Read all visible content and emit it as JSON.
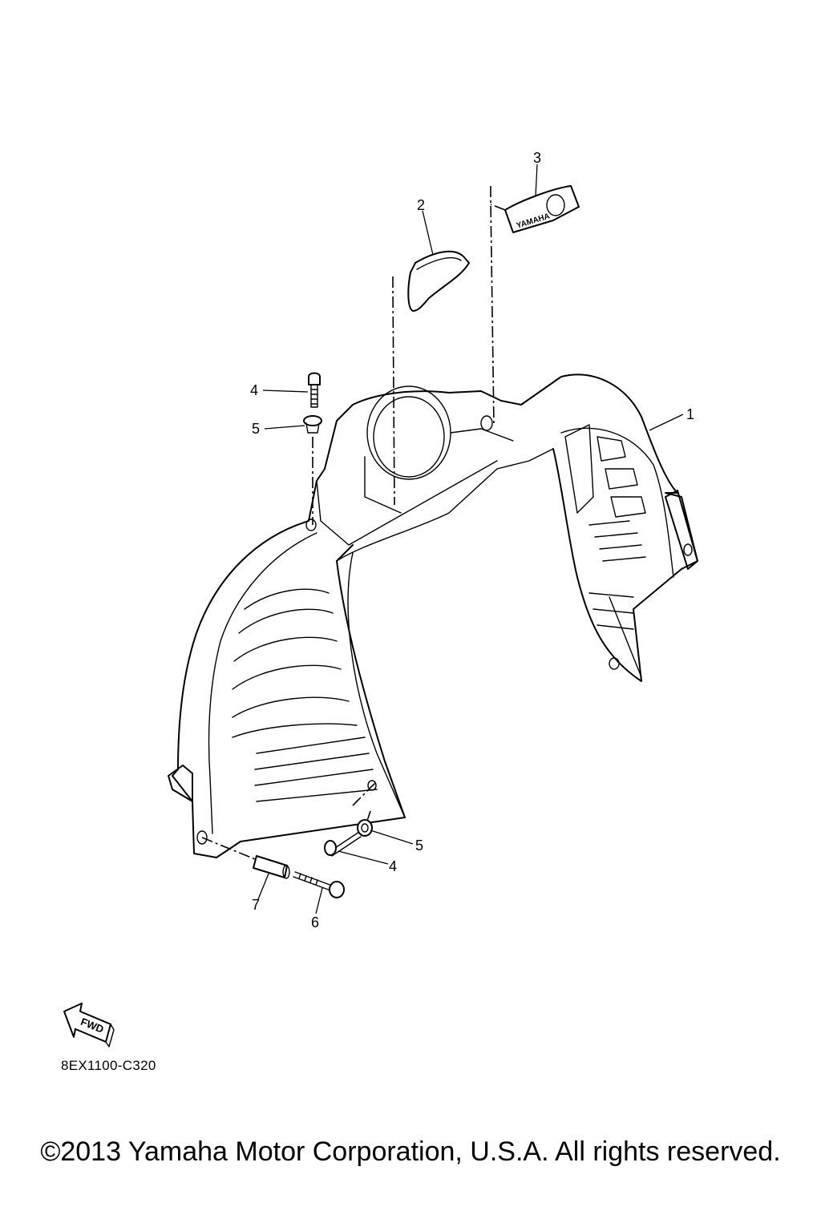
{
  "diagram": {
    "callouts": [
      "1",
      "2",
      "3",
      "4",
      "5",
      "4",
      "5",
      "6",
      "7"
    ],
    "decal_text": "YAMAHA",
    "fwd_label": "FWD",
    "diagram_code": "8EX1100-C320"
  },
  "footer": {
    "copyright": "©2013 Yamaha Motor Corporation, U.S.A. All rights reserved."
  }
}
